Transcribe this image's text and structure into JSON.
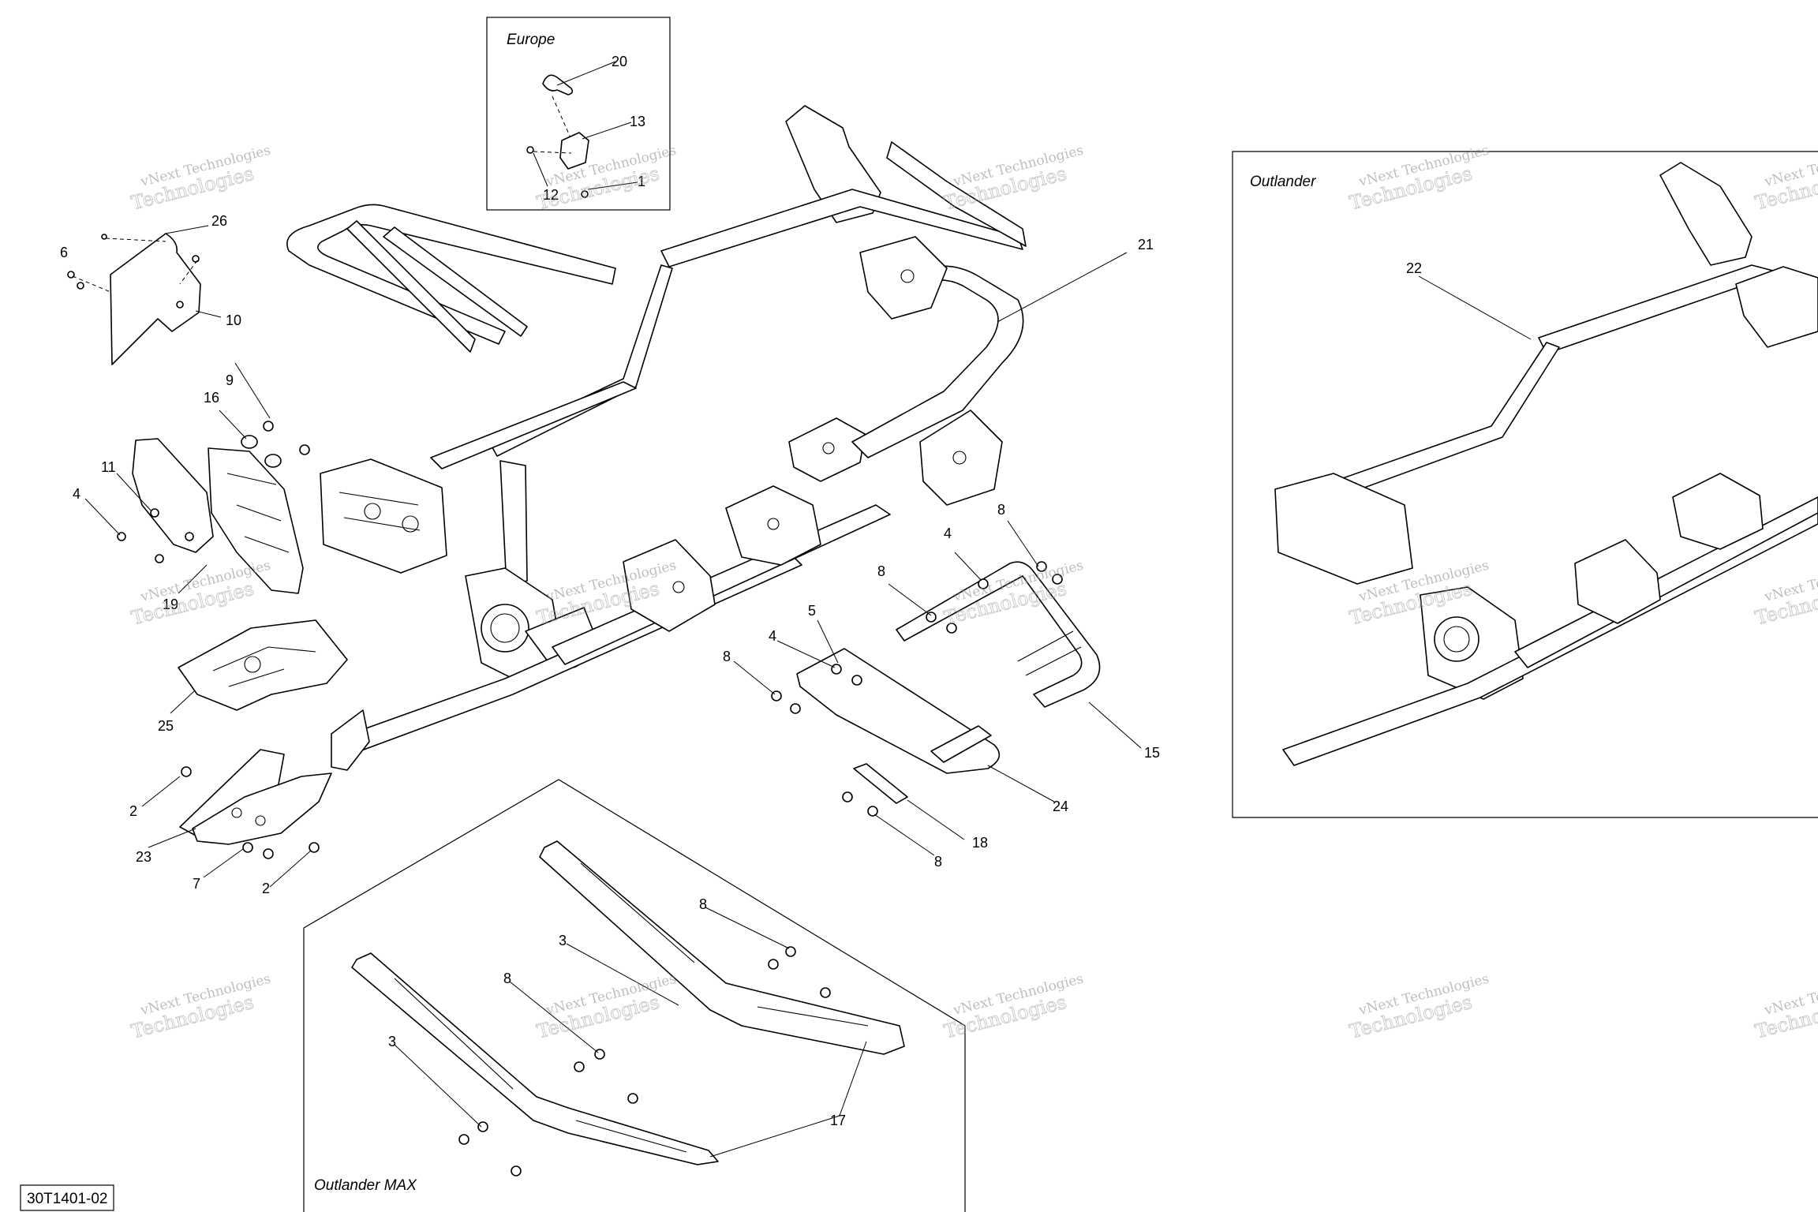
{
  "insets": {
    "europe": "Europe",
    "outlander": "Outlander",
    "outlander_max": "Outlander MAX"
  },
  "drawing_code": "30T1401-02",
  "watermark": {
    "line1": "vNext Technologies",
    "line2": "Technologies"
  },
  "callouts": {
    "c20": "20",
    "c13": "13",
    "c1": "1",
    "c12": "12",
    "c26": "26",
    "c6": "6",
    "c10": "10",
    "c9": "9",
    "c16": "16",
    "c11": "11",
    "c4a": "4",
    "c19": "19",
    "c25": "25",
    "c2a": "2",
    "c23": "23",
    "c7": "7",
    "c2b": "2",
    "c21": "21",
    "c8a": "8",
    "c4b": "4",
    "c8b": "8",
    "c5": "5",
    "c4c": "4",
    "c8c": "8",
    "c15": "15",
    "c24": "24",
    "c18": "18",
    "c8d": "8",
    "c22": "22",
    "c8e": "8",
    "c3a": "3",
    "c8f": "8",
    "c3b": "3",
    "c17": "17"
  }
}
